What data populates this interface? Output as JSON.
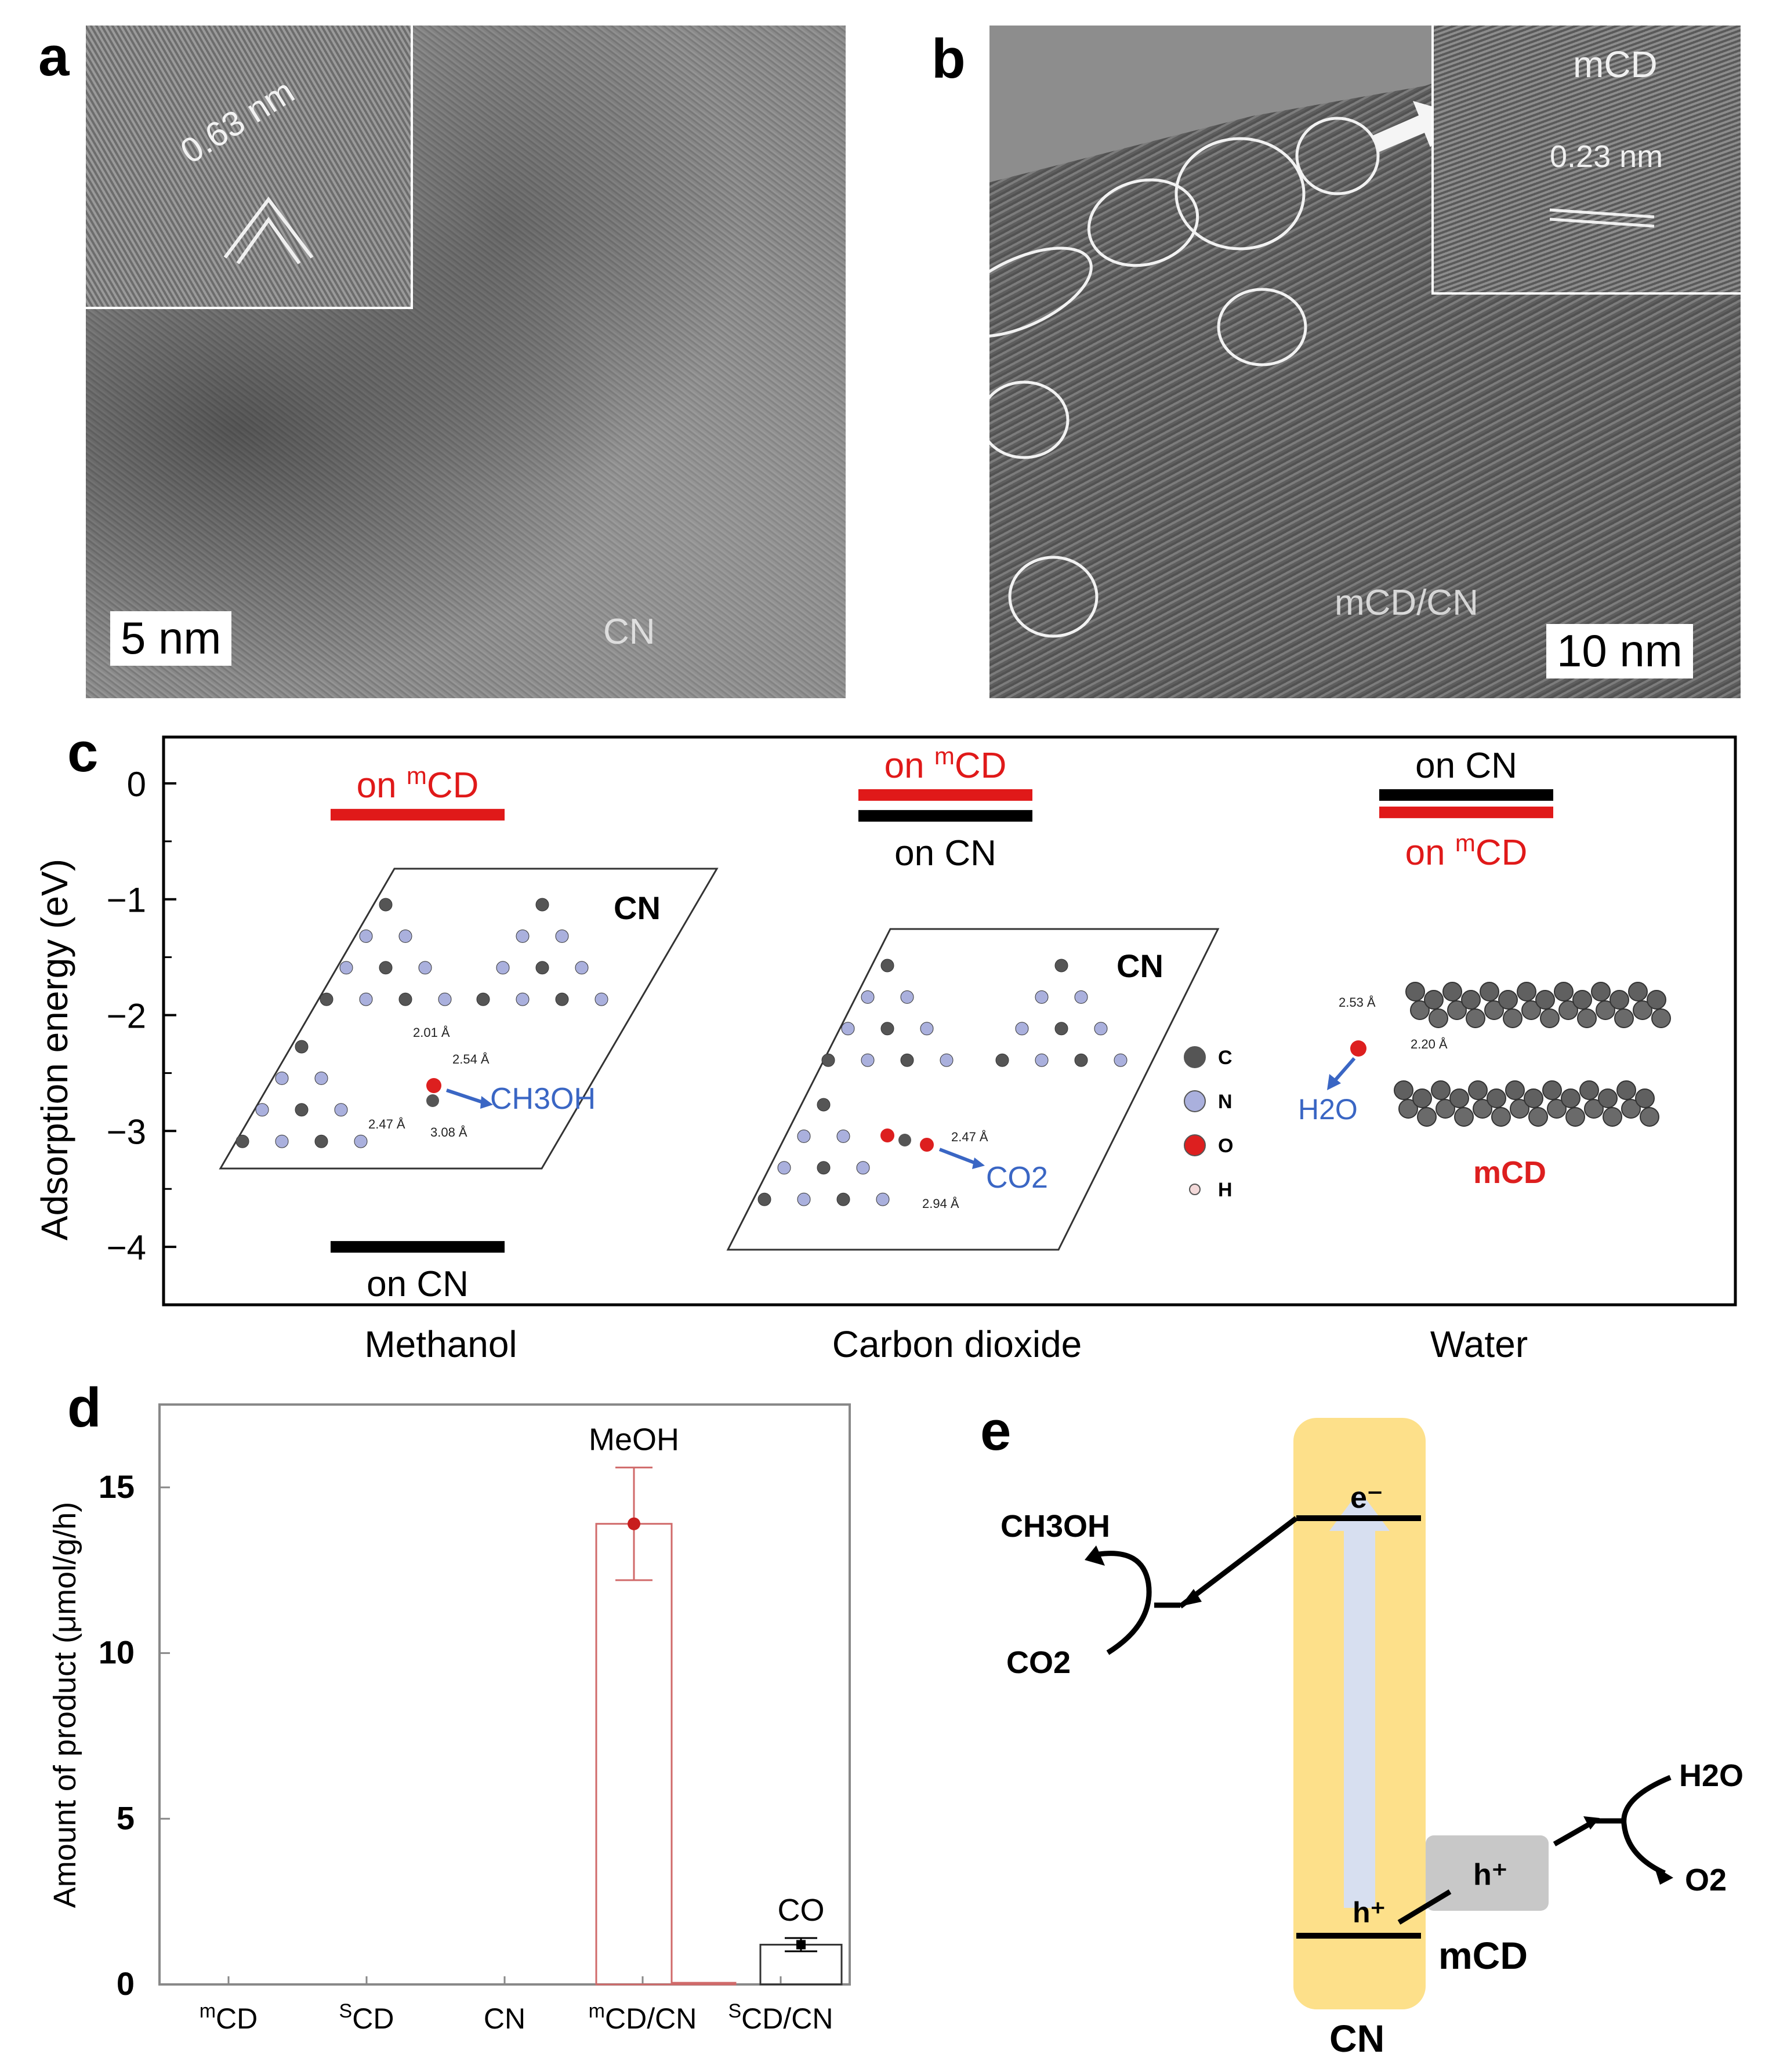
{
  "panels": {
    "a": {
      "letter": "a",
      "scale_bar": "5 nm",
      "material_label": "CN",
      "inset_spacing": "0.63 nm"
    },
    "b": {
      "letter": "b",
      "scale_bar": "10 nm",
      "material_label": "mCD/CN",
      "inset_title": "mCD",
      "inset_spacing": "0.23 nm"
    },
    "c": {
      "letter": "c",
      "structure_labels": {
        "cn_left": "CN",
        "cn_mid": "CN",
        "mcd": "mCD",
        "ch3oh": "CH3OH",
        "co2": "CO2",
        "h2o": "H2O"
      },
      "bond_labels": {
        "methanol": [
          "2.01 Å",
          "2.54 Å",
          "2.47 Å",
          "3.08 Å"
        ],
        "co2": [
          "2.47 Å",
          "2.94 Å"
        ],
        "water": [
          "2.53 Å",
          "2.20 Å"
        ]
      },
      "atom_legend": [
        {
          "label": "C",
          "color": "#555555"
        },
        {
          "label": "N",
          "color": "#aab0dd"
        },
        {
          "label": "O",
          "color": "#dd1f1f"
        },
        {
          "label": "H",
          "color": "#f3d9d9"
        }
      ]
    },
    "d": {
      "letter": "d"
    },
    "e": {
      "letter": "e",
      "labels": {
        "cn": "CN",
        "mcd": "mCD",
        "electron": "e⁻",
        "hole_cn": "h⁺",
        "hole_mcd": "h⁺",
        "ch3oh": "CH3OH",
        "co2": "CO2",
        "h2o": "H2O",
        "o2": "O2"
      },
      "colors": {
        "cn_band": "#fde08a",
        "mcd_band": "#c8c8c8",
        "arrow": "#d7dff0"
      }
    }
  },
  "chart_data": [
    {
      "type": "bar",
      "panel": "c",
      "title": "",
      "ylabel": "Adsorption energy (eV)",
      "ylim": [
        -4.5,
        0.4
      ],
      "yticks": [
        0,
        -1,
        -2,
        -3,
        -4
      ],
      "categories": [
        "Methanol",
        "Carbon dioxide",
        "Water"
      ],
      "series": [
        {
          "name": "on mCD",
          "color": "#e01919",
          "values": [
            -0.27,
            -0.1,
            -0.25
          ]
        },
        {
          "name": "on CN",
          "color": "#000000",
          "values": [
            -4.0,
            -0.28,
            -0.1
          ]
        }
      ]
    },
    {
      "type": "bar",
      "panel": "d",
      "title": "",
      "ylabel": "Amount of product (μmol/g/h)",
      "ylim": [
        0,
        17.5
      ],
      "yticks": [
        0,
        5,
        10,
        15
      ],
      "categories": [
        "mCD",
        "SCD",
        "CN",
        "mCD/CN",
        "SCD/CN"
      ],
      "series": [
        {
          "name": "MeOH",
          "color": "#d06a6a",
          "values": [
            0,
            0,
            0,
            13.9,
            0
          ],
          "error": [
            0,
            0,
            0,
            1.7,
            0
          ]
        },
        {
          "name": "CO",
          "color": "#000000",
          "values": [
            0,
            0,
            0,
            0.05,
            1.2
          ],
          "error": [
            0,
            0,
            0,
            0,
            0.2
          ]
        }
      ]
    }
  ]
}
